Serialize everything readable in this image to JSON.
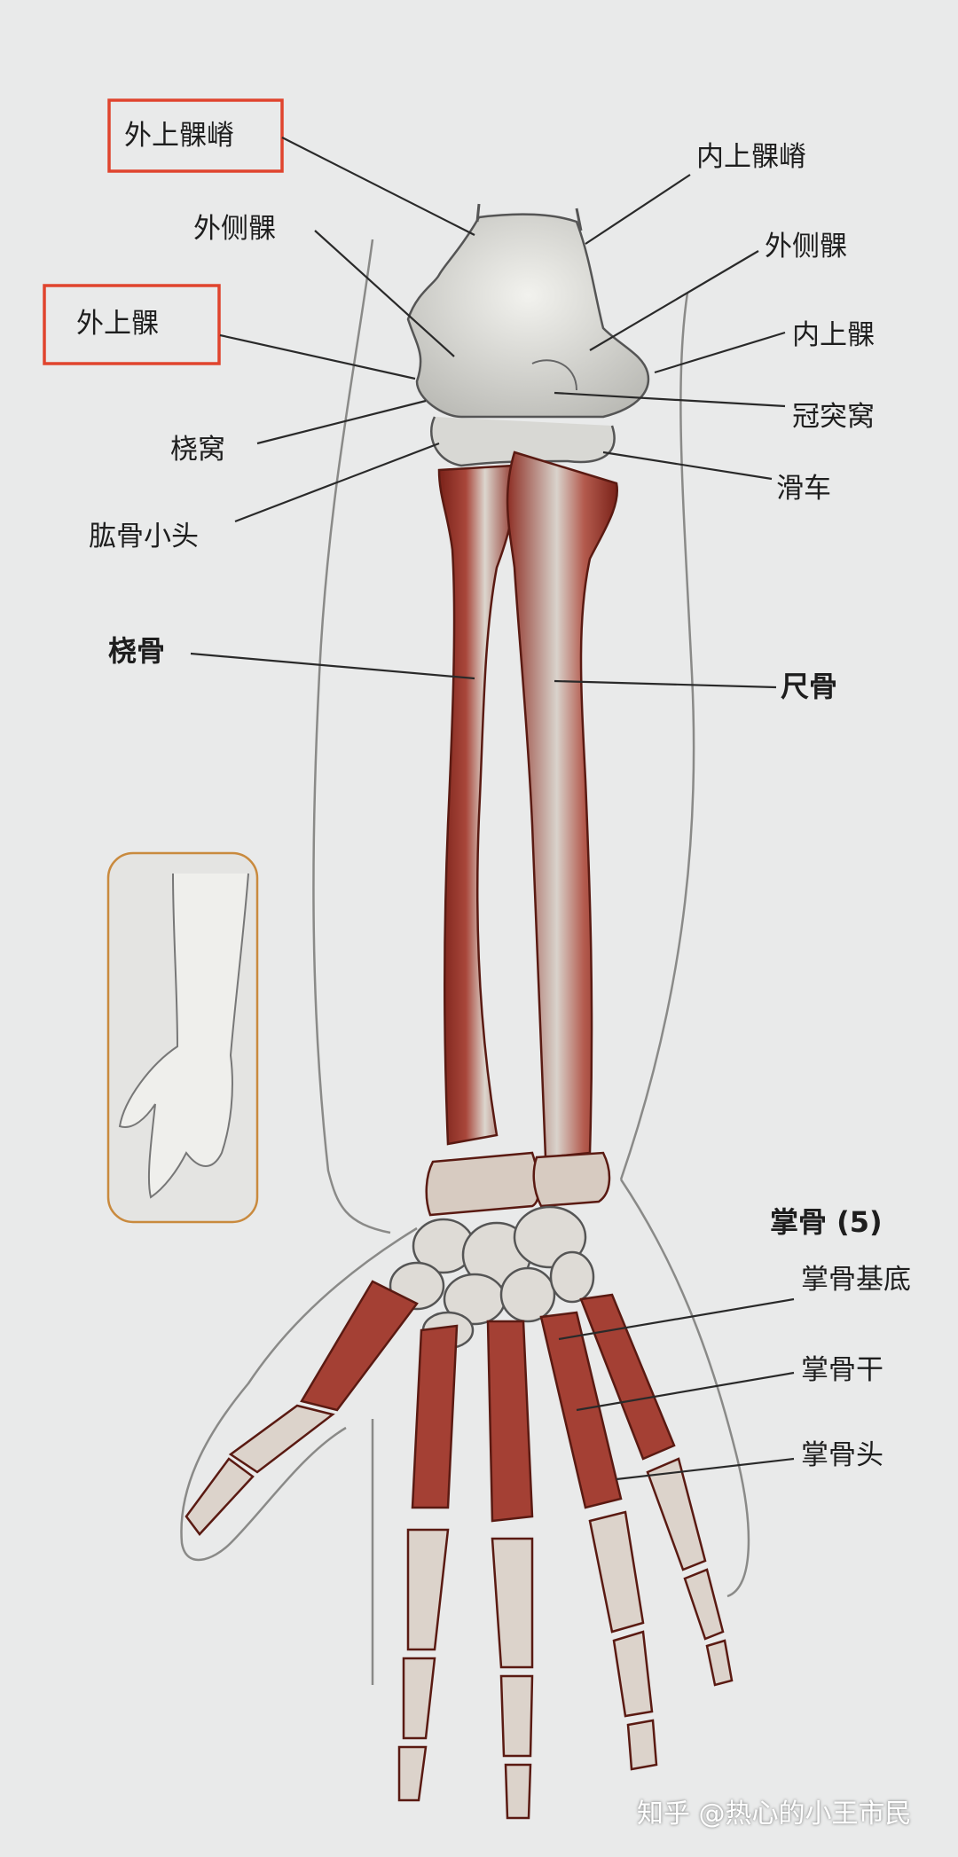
{
  "labels": {
    "lateral_supracondylar_ridge": "外上髁嵴",
    "lateral_condyle": "外侧髁",
    "lateral_epicondyle": "外上髁",
    "radial_fossa": "桡窝",
    "capitulum": "肱骨小头",
    "radius": "桡骨",
    "medial_supracondylar_ridge": "内上髁嵴",
    "lateral_condyle_right": "外侧髁",
    "medial_epicondyle": "内上髁",
    "coronoid_fossa": "冠突窝",
    "trochlea": "滑车",
    "ulna": "尺骨",
    "metacarpals_title": "掌骨 (5)",
    "metacarpal_base": "掌骨基底",
    "metacarpal_shaft": "掌骨干",
    "metacarpal_head": "掌骨头"
  },
  "watermark": "知乎 @热心的小王市民",
  "colors": {
    "background": "#e9eaea",
    "bone_red": "#8e2f25",
    "bone_light": "#dcdcd6",
    "highlight_box": "#e0442e",
    "inset_border": "#c98a3e",
    "leader_line": "#2a2a2a"
  }
}
